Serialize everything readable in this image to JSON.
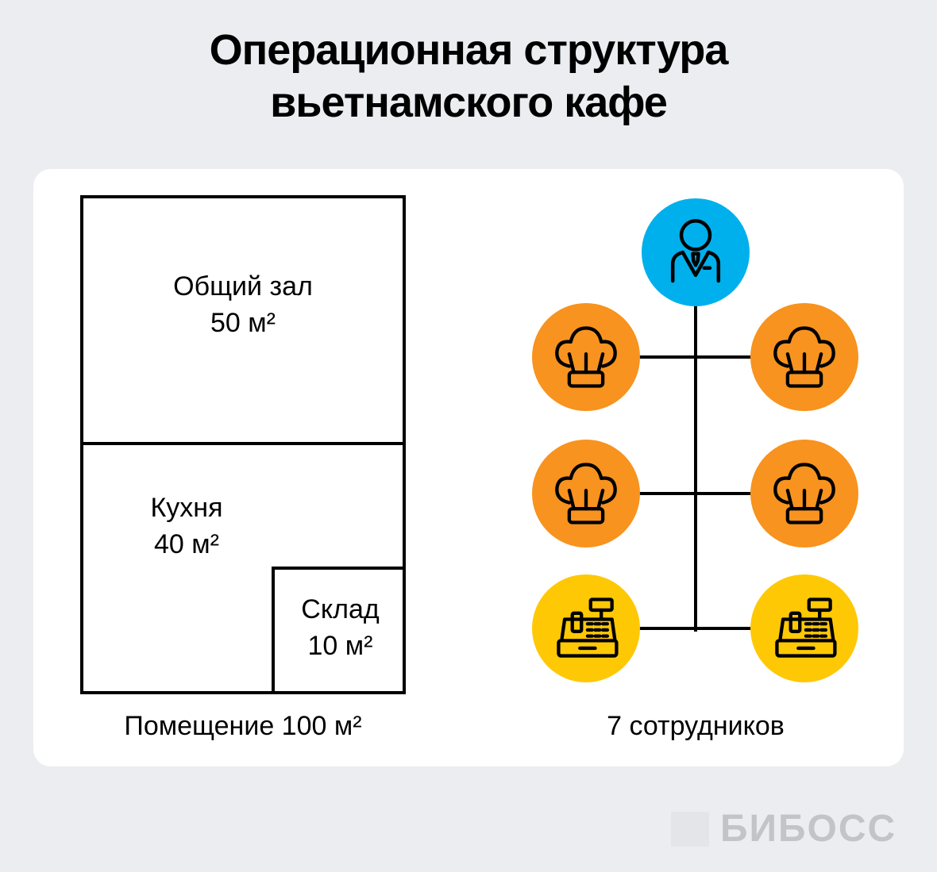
{
  "title": {
    "line1": "Операционная структура",
    "line2": "вьетнамского кафе"
  },
  "floorplan": {
    "rooms": [
      {
        "name": "Общий зал",
        "area": "50 м²"
      },
      {
        "name": "Кухня",
        "area": "40 м²"
      },
      {
        "name": "Склад",
        "area": "10 м²"
      }
    ],
    "caption": "Помещение 100 м²"
  },
  "org": {
    "manager": {
      "role": "manager",
      "icon": "manager-icon",
      "color": "#00B0EC"
    },
    "chefs": {
      "count": 4,
      "icon": "chef-hat-icon",
      "color": "#F7931E"
    },
    "cashiers": {
      "count": 2,
      "icon": "cash-register-icon",
      "color": "#FFC805"
    },
    "caption": "7 сотрудников"
  },
  "logo": {
    "text": "БИБОСС"
  }
}
